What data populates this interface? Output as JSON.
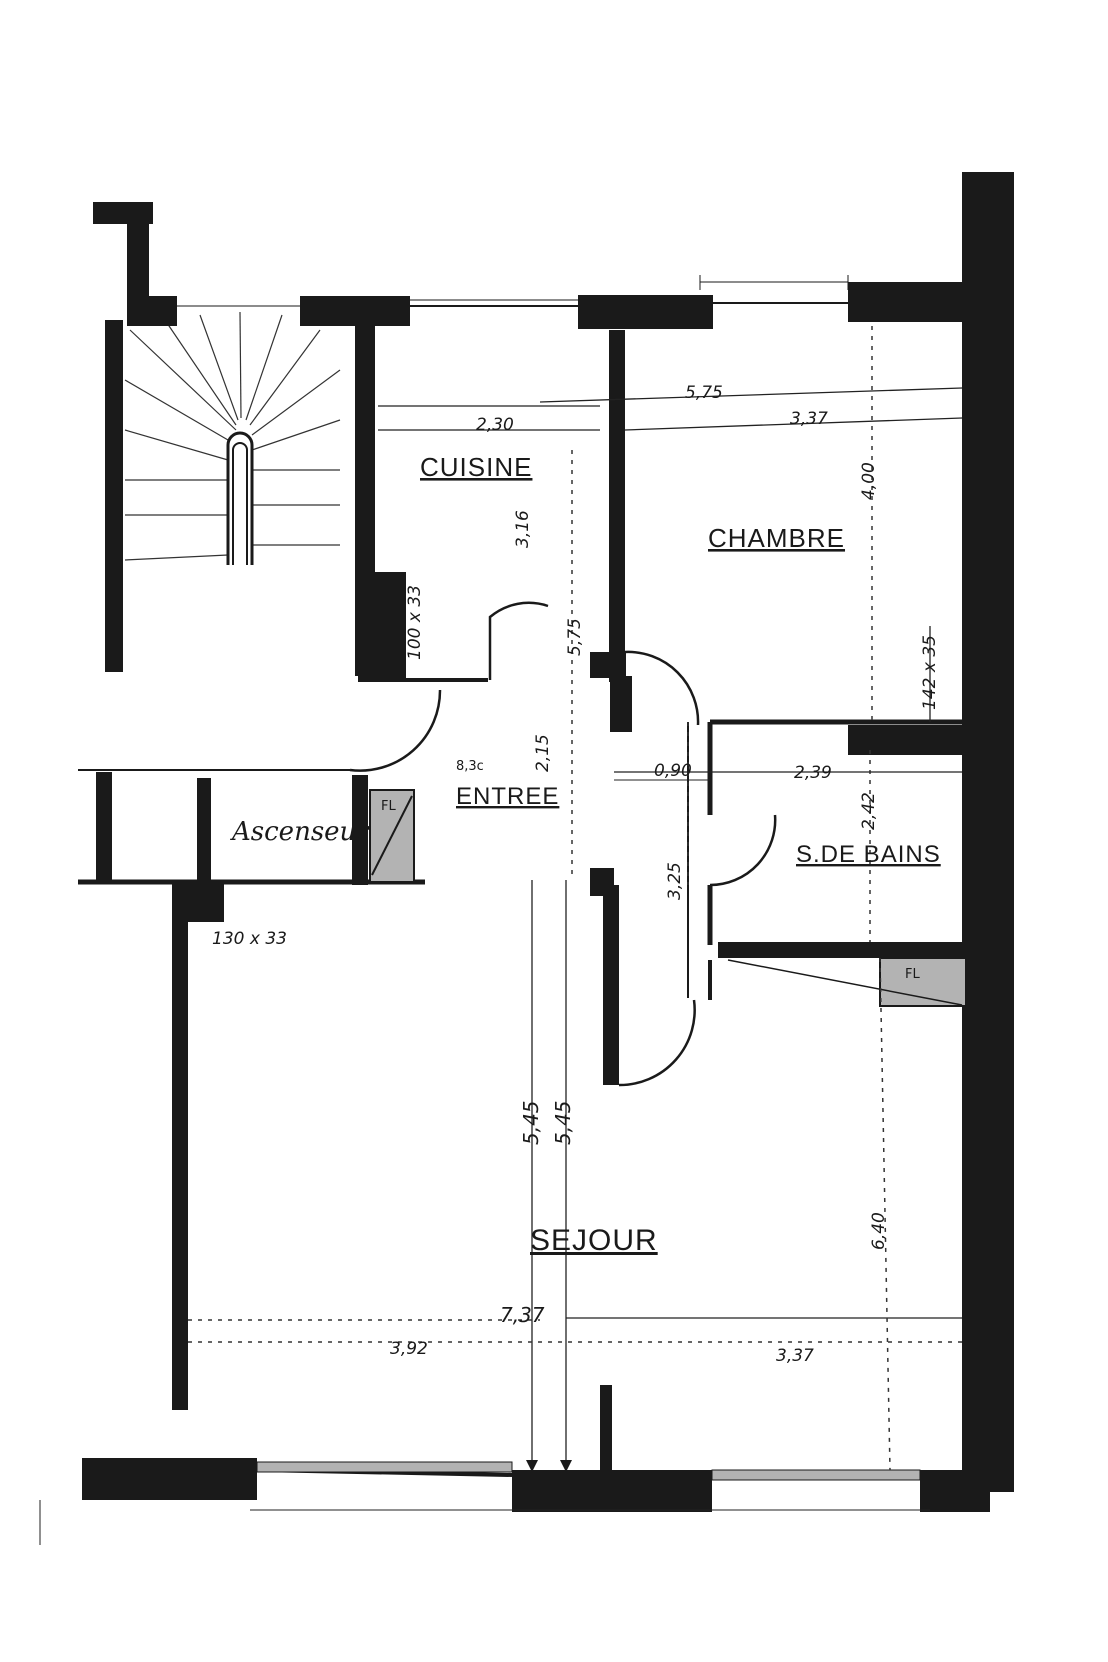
{
  "rooms": {
    "cuisine": "CUISINE",
    "chambre": "CHAMBRE",
    "entree": "ENTREE",
    "sdb": "S.DE BAINS",
    "sejour": "SEJOUR",
    "ascenseur": "Ascenseur"
  },
  "markers": {
    "fl_elevator": "FL",
    "fl_sejour": "FL"
  },
  "dimensions": {
    "cuisine_width": "2,30",
    "cuisine_depth": "3,16",
    "chambre_outer": "5,75",
    "chambre_width": "3,37",
    "chambre_depth": "4,00",
    "pillar_chambre": "142 x 35",
    "pillar_cuisine": "100 x 33",
    "entree_height": "2,15",
    "entree_width": "5,75",
    "entree_small": "0,90",
    "entree_area": "8,3c",
    "sdb_width": "2,39",
    "sdb_depth": "2,42",
    "corridor": "3,25",
    "pillar_sejour": "130 x 33",
    "sejour_left": "5,45",
    "sejour_right": "5,45",
    "sejour_total": "7,37",
    "sejour_a": "3,92",
    "sejour_b": "3,37",
    "sejour_depth": "6,40"
  }
}
